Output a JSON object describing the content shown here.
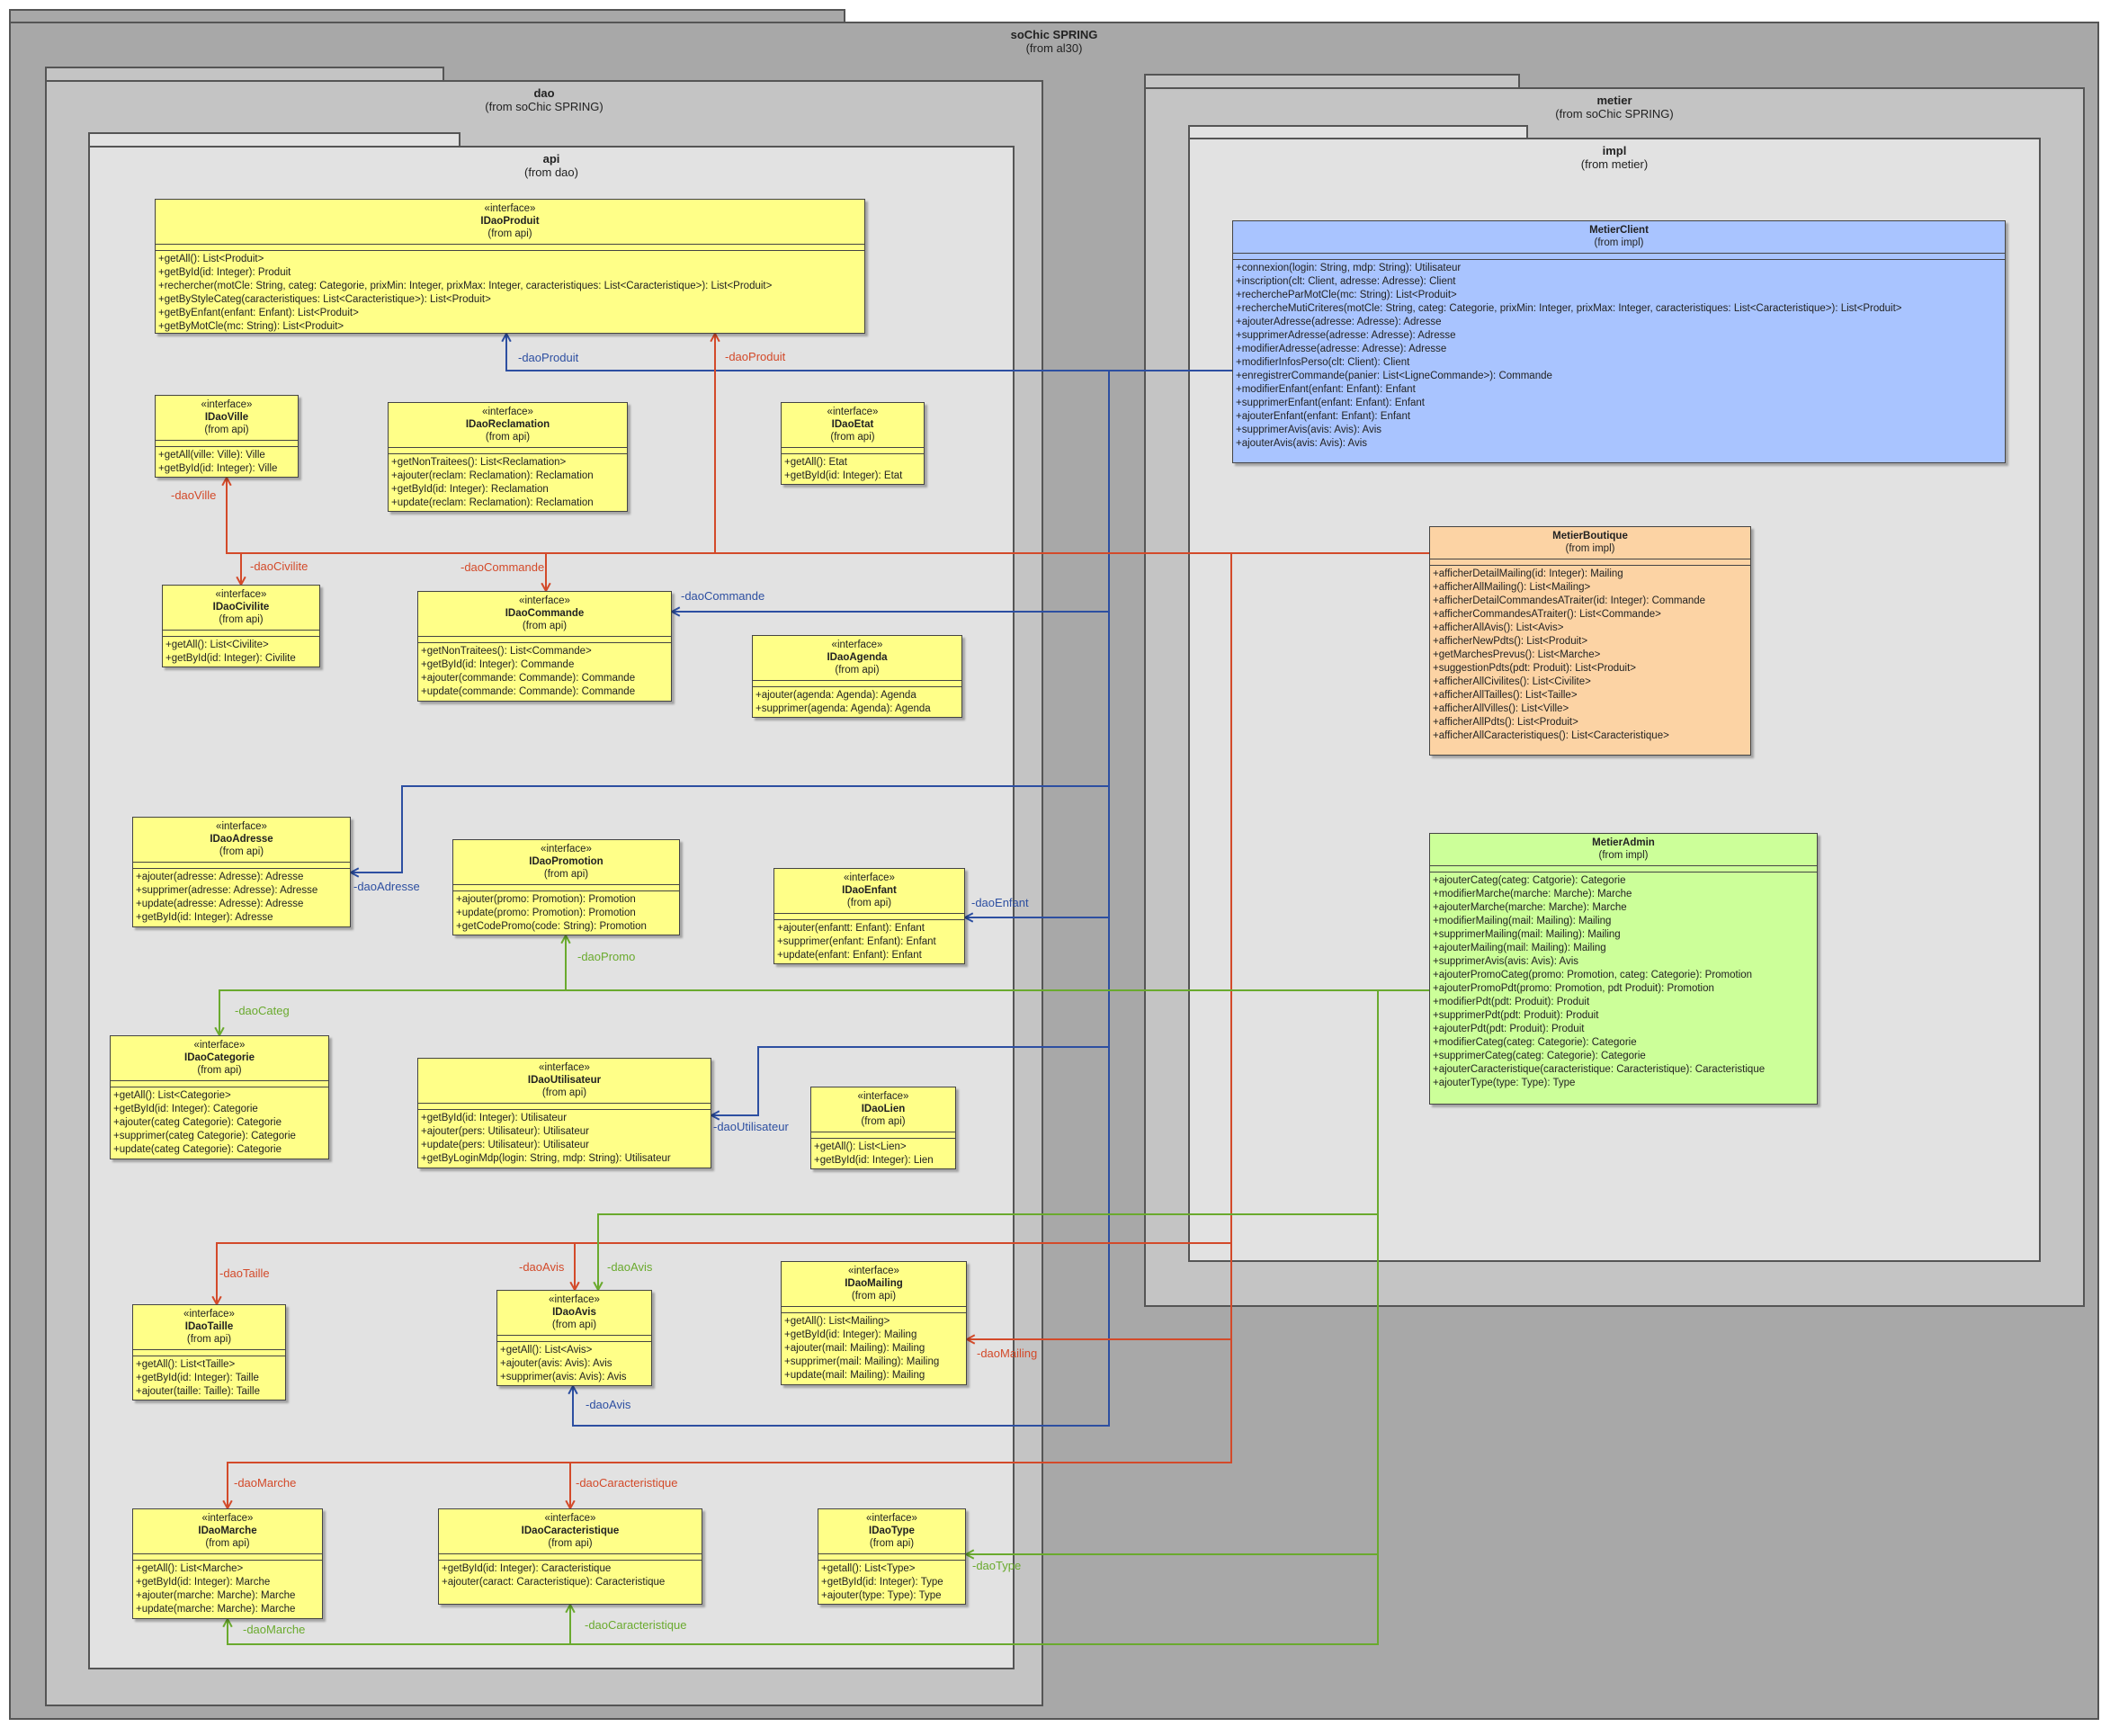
{
  "packages": {
    "root": {
      "name": "soChic SPRING",
      "from": "(from al30)"
    },
    "dao": {
      "name": "dao",
      "from": "(from soChic SPRING)"
    },
    "api": {
      "name": "api",
      "from": "(from dao)"
    },
    "metier": {
      "name": "metier",
      "from": "(from soChic SPRING)"
    },
    "impl": {
      "name": "impl",
      "from": "(from metier)"
    }
  },
  "classes": {
    "IDaoProduit": {
      "stereotype": "«interface»",
      "name": "IDaoProduit",
      "from": "(from api)",
      "ops": [
        "+getAll(): List<Produit>",
        "+getById(id: Integer): Produit",
        "+rechercher(motCle: String, categ: Categorie, prixMin: Integer, prixMax: Integer, caracteristiques: List<Caracteristique>): List<Produit>",
        "+getByStyleCateg(caracteristiques: List<Caracteristique>): List<Produit>",
        "+getByEnfant(enfant: Enfant): List<Produit>",
        "+getByMotCle(mc: String): List<Produit>"
      ]
    },
    "IDaoVille": {
      "stereotype": "«interface»",
      "name": "IDaoVille",
      "from": "(from api)",
      "ops": [
        "+getAll(ville: Ville): Ville",
        "+getById(id: Integer): Ville"
      ]
    },
    "IDaoReclamation": {
      "stereotype": "«interface»",
      "name": "IDaoReclamation",
      "from": "(from api)",
      "ops": [
        "+getNonTraitees(): List<Reclamation>",
        "+ajouter(reclam: Reclamation): Reclamation",
        "+getById(id: Integer): Reclamation",
        "+update(reclam: Reclamation): Reclamation"
      ]
    },
    "IDaoEtat": {
      "stereotype": "«interface»",
      "name": "IDaoEtat",
      "from": "(from api)",
      "ops": [
        "+getAll(): Etat",
        "+getById(id: Integer): Etat"
      ]
    },
    "IDaoCivilite": {
      "stereotype": "«interface»",
      "name": "IDaoCivilite",
      "from": "(from api)",
      "ops": [
        "+getAll(): List<Civilite>",
        "+getById(id: Integer): Civilite"
      ]
    },
    "IDaoCommande": {
      "stereotype": "«interface»",
      "name": "IDaoCommande",
      "from": "(from api)",
      "ops": [
        "+getNonTraitees(): List<Commande>",
        "+getById(id: Integer): Commande",
        "+ajouter(commande: Commande): Commande",
        "+update(commande: Commande): Commande"
      ]
    },
    "IDaoAgenda": {
      "stereotype": "«interface»",
      "name": "IDaoAgenda",
      "from": "(from api)",
      "ops": [
        "+ajouter(agenda: Agenda): Agenda",
        "+supprimer(agenda: Agenda): Agenda"
      ]
    },
    "IDaoAdresse": {
      "stereotype": "«interface»",
      "name": "IDaoAdresse",
      "from": "(from api)",
      "ops": [
        "+ajouter(adresse: Adresse): Adresse",
        "+supprimer(adresse: Adresse): Adresse",
        "+update(adresse: Adresse): Adresse",
        "+getById(id: Integer): Adresse"
      ]
    },
    "IDaoPromotion": {
      "stereotype": "«interface»",
      "name": "IDaoPromotion",
      "from": "(from api)",
      "ops": [
        "+ajouter(promo: Promotion): Promotion",
        "+update(promo: Promotion): Promotion",
        "+getCodePromo(code: String): Promotion"
      ]
    },
    "IDaoEnfant": {
      "stereotype": "«interface»",
      "name": "IDaoEnfant",
      "from": "(from api)",
      "ops": [
        "+ajouter(enfantt: Enfant): Enfant",
        "+supprimer(enfant: Enfant): Enfant",
        "+update(enfant: Enfant): Enfant"
      ]
    },
    "IDaoCategorie": {
      "stereotype": "«interface»",
      "name": "IDaoCategorie",
      "from": "(from api)",
      "ops": [
        "+getAll(): List<Categorie>",
        "+getById(id: Integer): Categorie",
        "+ajouter(categ Categorie): Categorie",
        "+supprimer(categ Categorie): Categorie",
        "+update(categ Categorie): Categorie"
      ]
    },
    "IDaoUtilisateur": {
      "stereotype": "«interface»",
      "name": "IDaoUtilisateur",
      "from": "(from api)",
      "ops": [
        "+getById(id: Integer): Utilisateur",
        "+ajouter(pers: Utilisateur): Utilisateur",
        "+update(pers: Utilisateur): Utilisateur",
        "+getByLoginMdp(login: String, mdp: String): Utilisateur"
      ]
    },
    "IDaoLien": {
      "stereotype": "«interface»",
      "name": "IDaoLien",
      "from": "(from api)",
      "ops": [
        "+getAll(): List<Lien>",
        "+getById(id: Integer): Lien"
      ]
    },
    "IDaoTaille": {
      "stereotype": "«interface»",
      "name": "IDaoTaille",
      "from": "(from api)",
      "ops": [
        "+getAll(): List<tTaille>",
        "+getById(id: Integer): Taille",
        "+ajouter(taille: Taille): Taille"
      ]
    },
    "IDaoAvis": {
      "stereotype": "«interface»",
      "name": "IDaoAvis",
      "from": "(from api)",
      "ops": [
        "+getAll(): List<Avis>",
        "+ajouter(avis: Avis): Avis",
        "+supprimer(avis: Avis): Avis"
      ]
    },
    "IDaoMailing": {
      "stereotype": "«interface»",
      "name": "IDaoMailing",
      "from": "(from api)",
      "ops": [
        "+getAll(): List<Mailing>",
        "+getById(id: Integer): Mailing",
        "+ajouter(mail: Mailing): Mailing",
        "+supprimer(mail: Mailing): Mailing",
        "+update(mail: Mailing): Mailing"
      ]
    },
    "IDaoMarche": {
      "stereotype": "«interface»",
      "name": "IDaoMarche",
      "from": "(from api)",
      "ops": [
        "+getAll(): List<Marche>",
        "+getById(id: Integer): Marche",
        "+ajouter(marche: Marche): Marche",
        "+update(marche: Marche): Marche"
      ]
    },
    "IDaoCaracteristique": {
      "stereotype": "«interface»",
      "name": "IDaoCaracteristique",
      "from": "(from api)",
      "ops": [
        "+getById(id: Integer): Caracteristique",
        "+ajouter(caract: Caracteristique): Caracteristique"
      ]
    },
    "IDaoType": {
      "stereotype": "«interface»",
      "name": "IDaoType",
      "from": "(from api)",
      "ops": [
        "+getall(): List<Type>",
        "+getById(id: Integer): Type",
        "+ajouter(type: Type): Type"
      ]
    },
    "MetierClient": {
      "stereotype": "",
      "name": "MetierClient",
      "from": "(from impl)",
      "ops": [
        "+connexion(login: String, mdp: String): Utilisateur",
        "+inscription(clt: Client, adresse: Adresse): Client",
        "+rechercheParMotCle(mc: String): List<Produit>",
        "+rechercheMutiCriteres(motCle: String, categ: Categorie, prixMin: Integer, prixMax: Integer, caracteristiques: List<Caracteristique>): List<Produit>",
        "+ajouterAdresse(adresse: Adresse): Adresse",
        "+supprimerAdresse(adresse: Adresse): Adresse",
        "+modifierAdresse(adresse: Adresse): Adresse",
        "+modifierInfosPerso(clt: Client): Client",
        "+enregistrerCommande(panier: List<LigneCommande>): Commande",
        "+modifierEnfant(enfant: Enfant): Enfant",
        "+supprimerEnfant(enfant: Enfant): Enfant",
        "+ajouterEnfant(enfant: Enfant): Enfant",
        "+supprimerAvis(avis: Avis): Avis",
        "+ajouterAvis(avis: Avis): Avis"
      ]
    },
    "MetierBoutique": {
      "stereotype": "",
      "name": "MetierBoutique",
      "from": "(from impl)",
      "ops": [
        "+afficherDetailMailing(id: Integer): Mailing",
        "+afficherAllMailing(): List<Mailing>",
        "+afficherDetailCommandesATraiter(id: Integer): Commande",
        "+afficherCommandesATraiter(): List<Commande>",
        "+afficherAllAvis(): List<Avis>",
        "+afficherNewPdts(): List<Produit>",
        "+getMarchesPrevus(): List<Marche>",
        "+suggestionPdts(pdt: Produit): List<Produit>",
        "+afficherAllCivilites(): List<Civilite>",
        "+afficherAllTailles(): List<Taille>",
        "+afficherAllVilles(): List<Ville>",
        "+afficherAllPdts(): List<Produit>",
        "+afficherAllCaracteristiques(): List<Caracteristique>"
      ]
    },
    "MetierAdmin": {
      "stereotype": "",
      "name": "MetierAdmin",
      "from": "(from impl)",
      "ops": [
        "+ajouterCateg(categ: Catgorie): Categorie",
        "+modifierMarche(marche: Marche): Marche",
        "+ajouterMarche(marche: Marche): Marche",
        "+modifierMailing(mail: Mailing): Mailing",
        "+supprimerMailing(mail: Mailing): Mailing",
        "+ajouterMailing(mail: Mailing): Mailing",
        "+supprimerAvis(avis: Avis): Avis",
        "+ajouterPromoCateg(promo: Promotion, categ: Categorie): Promotion",
        "+ajouterPromoPdt(promo: Promotion, pdt Produit): Promotion",
        "+modifierPdt(pdt: Produit): Produit",
        "+supprimerPdt(pdt: Produit): Produit",
        "+ajouterPdt(pdt: Produit): Produit",
        "+modifierCateg(categ: Categorie): Categorie",
        "+supprimerCateg(categ: Categorie): Categorie",
        "+ajouterCaracteristique(caracteristique: Caracteristique): Caracteristique",
        "+ajouterType(type: Type): Type"
      ]
    }
  },
  "colors": {
    "client_links": "#2d4fa1",
    "boutique_links": "#d34a2a",
    "admin_links": "#6aaa2e"
  },
  "links": {
    "client": [
      {
        "target": "IDaoProduit",
        "label": "-daoProduit"
      },
      {
        "target": "IDaoCommande",
        "label": "-daoCommande"
      },
      {
        "target": "IDaoAdresse",
        "label": "-daoAdresse"
      },
      {
        "target": "IDaoEnfant",
        "label": "-daoEnfant"
      },
      {
        "target": "IDaoUtilisateur",
        "label": "-daoUtilisateur"
      },
      {
        "target": "IDaoAvis",
        "label": "-daoAvis"
      }
    ],
    "boutique": [
      {
        "target": "IDaoProduit",
        "label": "-daoProduit"
      },
      {
        "target": "IDaoVille",
        "label": "-daoVille"
      },
      {
        "target": "IDaoCivilite",
        "label": "-daoCivilite"
      },
      {
        "target": "IDaoCommande",
        "label": "-daoCommande"
      },
      {
        "target": "IDaoTaille",
        "label": "-daoTaille"
      },
      {
        "target": "IDaoAvis",
        "label": "-daoAvis"
      },
      {
        "target": "IDaoMailing",
        "label": "-daoMailing"
      },
      {
        "target": "IDaoMarche",
        "label": "-daoMarche"
      },
      {
        "target": "IDaoCaracteristique",
        "label": "-daoCaracteristique"
      }
    ],
    "admin": [
      {
        "target": "IDaoPromotion",
        "label": "-daoPromo"
      },
      {
        "target": "IDaoCategorie",
        "label": "-daoCateg"
      },
      {
        "target": "IDaoAvis",
        "label": "-daoAvis"
      },
      {
        "target": "IDaoMarche",
        "label": "-daoMarche"
      },
      {
        "target": "IDaoCaracteristique",
        "label": "-daoCaracteristique"
      },
      {
        "target": "IDaoType",
        "label": "-daoType"
      }
    ]
  }
}
